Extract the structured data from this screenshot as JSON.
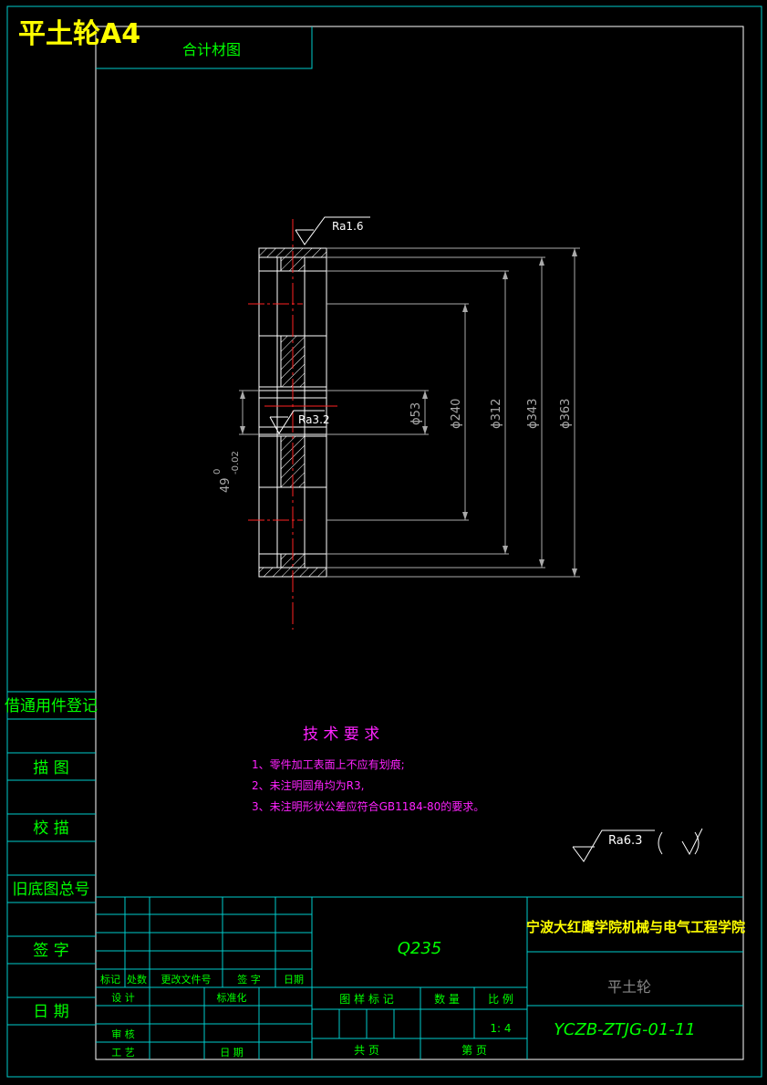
{
  "header": {
    "title": "平土轮A4",
    "subtitle": "合计材图"
  },
  "surface": {
    "top": "Ra1.6",
    "bore": "Ra3.2",
    "general": "Ra6.3"
  },
  "dimensions": {
    "d53": "ϕ53",
    "d240": "ϕ240",
    "d312": "ϕ312",
    "d343": "ϕ343",
    "d363": "ϕ363",
    "width_main": "49",
    "width_tol_upper": "0",
    "width_tol_lower": "-0.02"
  },
  "tech": {
    "title": "技 术 要 求",
    "items": [
      "1、零件加工表面上不应有划痕;",
      "2、未注明圆角均为R3,",
      "3、未注明形状公差应符合GB1184-80的要求。"
    ]
  },
  "left_panel": {
    "labels": [
      "借通用件登记",
      "描  图",
      "校  描",
      "旧底图总号",
      "签  字",
      "日  期"
    ]
  },
  "title_block": {
    "material": "Q235",
    "school": "宁波大红鹰学院机械与电气工程学院",
    "part_name": "平土轮",
    "drawing_no": "YCZB-ZTJG-01-11",
    "rev_headers": [
      "标记",
      "处数",
      "更改文件号",
      "签  字",
      "日期"
    ],
    "design": "设 计",
    "standard": "标准化",
    "review": "审 核",
    "process": "工 艺",
    "date": "日 期",
    "stage_mark": "图 样 标 记",
    "quantity": "数 量",
    "scale_label": "比 例",
    "scale_value": "1: 4",
    "total_pages": "共        页",
    "page_no": "第        页"
  }
}
